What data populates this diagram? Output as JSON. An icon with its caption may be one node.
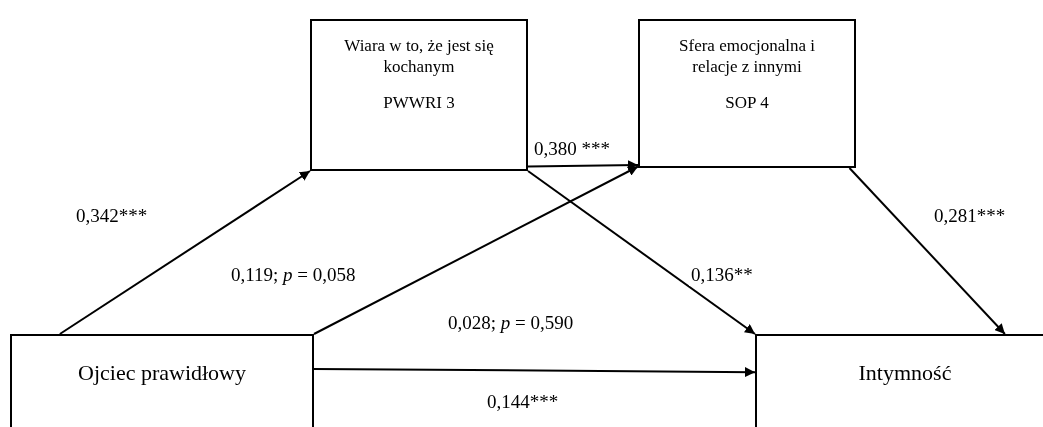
{
  "diagram": {
    "nodes": [
      {
        "text": [
          "Ojciec prawidłowy"
        ]
      },
      {
        "text": [
          "Wiara w to, że jest się kochanym",
          "PWWRI 3"
        ]
      },
      {
        "text": [
          "Sfera emocjonalna i relacje z innymi",
          "SOP 4"
        ]
      },
      {
        "text": [
          "Intymność"
        ]
      }
    ],
    "edges": [
      {
        "from": 0,
        "to": 1,
        "arrow": "to",
        "label": "0,342***"
      },
      {
        "from": 0,
        "to": 2,
        "arrow": "to",
        "label": "0,119; *p* = 0,058"
      },
      {
        "from": 1,
        "to": 2,
        "arrow": "to",
        "label": "0,380 ***"
      },
      {
        "from": 1,
        "to": 3,
        "arrow": "to",
        "label": "0,136**"
      },
      {
        "from": 2,
        "to": 3,
        "arrow": "to",
        "label": "0,281***"
      },
      {
        "from": 0,
        "to": 3,
        "arrow": "to",
        "label": "0,028; *p* = 0,590"
      }
    ],
    "labels": [
      "0,144***"
    ]
  }
}
